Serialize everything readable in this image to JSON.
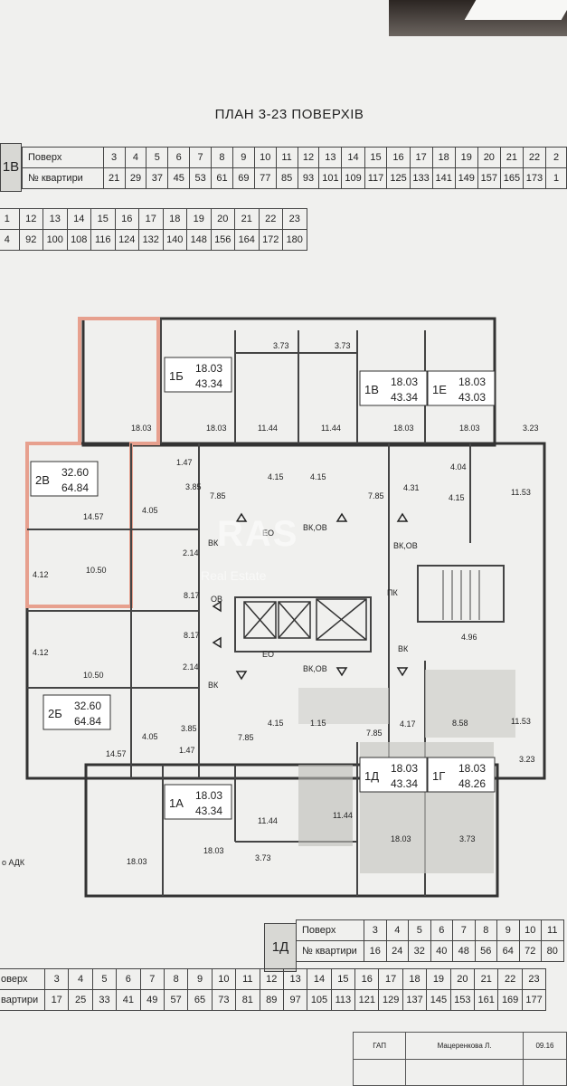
{
  "title": "ПЛАН 3-23 ПОВЕРХІВ",
  "top_table": {
    "section": "1В",
    "floor_label": "Поверх",
    "apt_label": "№ квартири",
    "floors": [
      "3",
      "4",
      "5",
      "6",
      "7",
      "8",
      "9",
      "10",
      "11",
      "12",
      "13",
      "14",
      "15",
      "16",
      "17",
      "18",
      "19",
      "20",
      "21",
      "22",
      "2"
    ],
    "apartments": [
      "21",
      "29",
      "37",
      "45",
      "53",
      "61",
      "69",
      "77",
      "85",
      "93",
      "101",
      "109",
      "117",
      "125",
      "133",
      "141",
      "149",
      "157",
      "165",
      "173",
      "1"
    ]
  },
  "second_table": {
    "floors": [
      "1",
      "12",
      "13",
      "14",
      "15",
      "16",
      "17",
      "18",
      "19",
      "20",
      "21",
      "22",
      "23"
    ],
    "apartments": [
      "4",
      "92",
      "100",
      "108",
      "116",
      "124",
      "132",
      "140",
      "148",
      "156",
      "164",
      "172",
      "180"
    ]
  },
  "apartments": [
    {
      "code": "1Б",
      "living": "18.03",
      "total": "43.34"
    },
    {
      "code": "1В",
      "living": "18.03",
      "total": "43.34"
    },
    {
      "code": "1Е",
      "living": "18.03",
      "total": "43.03"
    },
    {
      "code": "2В",
      "living": "32.60",
      "total": "64.84"
    },
    {
      "code": "2Б",
      "living": "32.60",
      "total": "64.84"
    },
    {
      "code": "1А",
      "living": "18.03",
      "total": "43.34"
    },
    {
      "code": "1Д",
      "living": "18.03",
      "total": "43.34"
    },
    {
      "code": "1Г",
      "living": "18.03",
      "total": "48.26"
    }
  ],
  "rooms": [
    "3.73",
    "3.73",
    "18.03",
    "18.03",
    "11.44",
    "11.44",
    "18.03",
    "18.03",
    "3.23",
    "1.47",
    "3.85",
    "7.85",
    "4.15",
    "4.15",
    "7.85",
    "4.04",
    "4.31",
    "4.15",
    "11.53",
    "14.57",
    "4.05",
    "2.14",
    "4.12",
    "10.50",
    "8.17",
    "8.17",
    "4.12",
    "10.50",
    "2.14",
    "4.96",
    "14.57",
    "4.05",
    "3.85",
    "1.47",
    "7.85",
    "4.15",
    "1.15",
    "7.85",
    "4.17",
    "8.58",
    "11.53",
    "3.23",
    "11.44",
    "11.44",
    "18.03",
    "18.03",
    "18.03",
    "3.73",
    "3.73"
  ],
  "plan_tags": {
    "vk": "ВК",
    "eo": "ЕО",
    "vkov": "ВК,ОВ",
    "ov": "ОВ",
    "pk": "ПК",
    "adk": "о АДК"
  },
  "bottom_table_1d": {
    "section": "1Д",
    "floor_label": "Поверх",
    "apt_label": "№ квартири",
    "floors": [
      "3",
      "4",
      "5",
      "6",
      "7",
      "8",
      "9",
      "10",
      "11"
    ],
    "apartments": [
      "16",
      "24",
      "32",
      "40",
      "48",
      "56",
      "64",
      "72",
      "80"
    ]
  },
  "bottom_table_last": {
    "floor_label": "оверх",
    "apt_label": "вартири",
    "floors": [
      "3",
      "4",
      "5",
      "6",
      "7",
      "8",
      "9",
      "10",
      "11",
      "12",
      "13",
      "14",
      "15",
      "16",
      "17",
      "18",
      "19",
      "20",
      "21",
      "22",
      "23"
    ],
    "apartments": [
      "17",
      "25",
      "33",
      "41",
      "49",
      "57",
      "65",
      "73",
      "81",
      "89",
      "97",
      "105",
      "113",
      "121",
      "129",
      "137",
      "145",
      "153",
      "161",
      "169",
      "177"
    ]
  },
  "watermark": {
    "big": "RAS",
    "small": "Real Estate"
  },
  "stamp": {
    "role": "ГАП",
    "name": "Мацеренкова Л.",
    "date": "09.16"
  }
}
